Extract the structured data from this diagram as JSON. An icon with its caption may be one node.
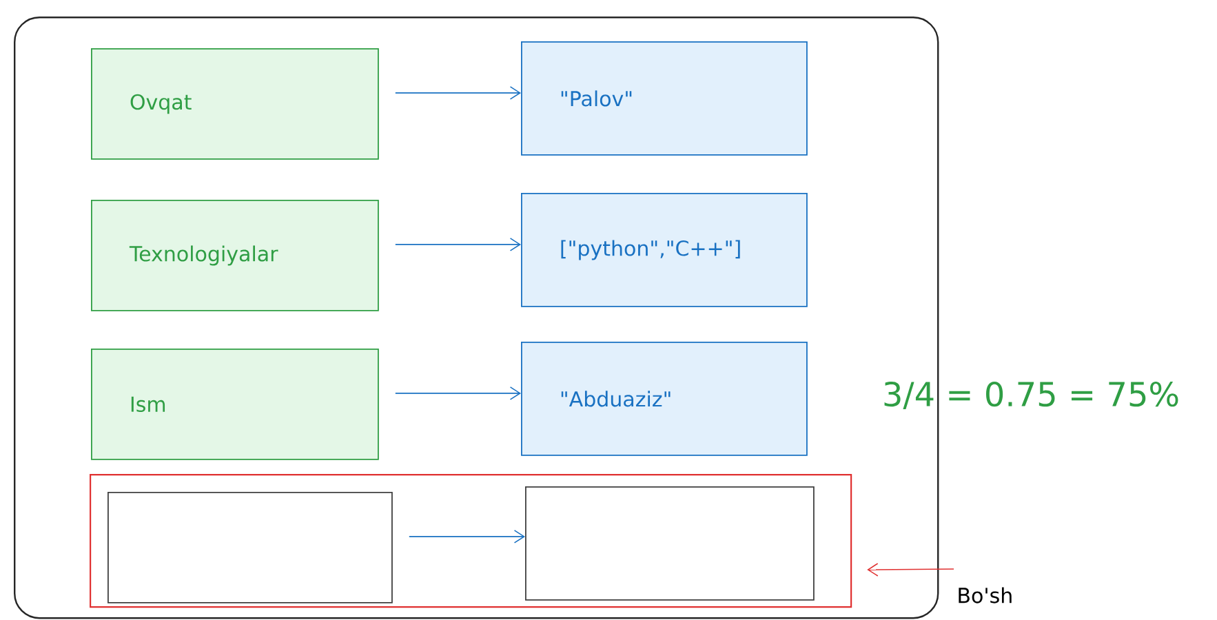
{
  "diagram": {
    "nodes": [
      {
        "text": [],
        "shape": "box"
      },
      {
        "text": [
          "Ovqat"
        ],
        "in": 0
      },
      {
        "text": [
          "\"Palov\""
        ],
        "in": 0
      },
      {
        "text": [
          "Texnologiyalar"
        ],
        "in": 0
      },
      {
        "text": [
          "[\"python\",\"C++\"]"
        ],
        "in": 0
      },
      {
        "text": [
          "Ism"
        ],
        "in": 0
      },
      {
        "text": [
          "\"Abduaziz\""
        ],
        "in": 0
      },
      {
        "text": [],
        "shape": "box",
        "in": 0
      },
      {
        "text": [],
        "shape": "box",
        "in": 7
      },
      {
        "text": [],
        "shape": "box",
        "in": 7
      },
      {
        "text": [
          "Bo'sh"
        ]
      }
    ],
    "edges": [
      {
        "from": 1,
        "to": 2,
        "arrow": "to"
      },
      {
        "from": 3,
        "to": 4,
        "arrow": "to"
      },
      {
        "from": 5,
        "to": 6,
        "arrow": "to"
      },
      {
        "from": 8,
        "to": 9,
        "arrow": "to"
      },
      {
        "from": 10,
        "to": 7,
        "arrow": "to",
        "color": "#e03131"
      }
    ],
    "labels": [
      "3/4 = 0.75 = 75%"
    ]
  }
}
